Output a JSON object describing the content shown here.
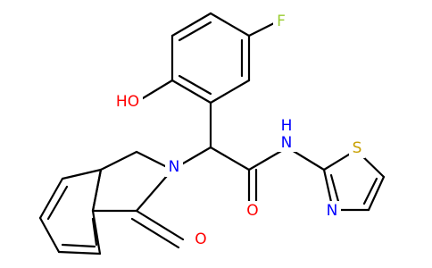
{
  "structure": {
    "type": "chemical-structure",
    "atoms": {
      "F": {
        "text": "F",
        "color": "#9ACD32"
      },
      "HO": {
        "text": "HO",
        "color": "#FF0000"
      },
      "N_ring": {
        "text": "N",
        "color": "#0000FF"
      },
      "O_carbonyl_ring": {
        "text": "O",
        "color": "#FF0000"
      },
      "O_amide": {
        "text": "O",
        "color": "#FF0000"
      },
      "NH": {
        "text": "N",
        "color": "#0000FF"
      },
      "H": {
        "text": "H",
        "color": "#0000FF"
      },
      "S": {
        "text": "S",
        "color": "#C8A000"
      },
      "N_thiazole": {
        "text": "N",
        "color": "#0000FF"
      }
    },
    "bond_color": "#000000"
  }
}
